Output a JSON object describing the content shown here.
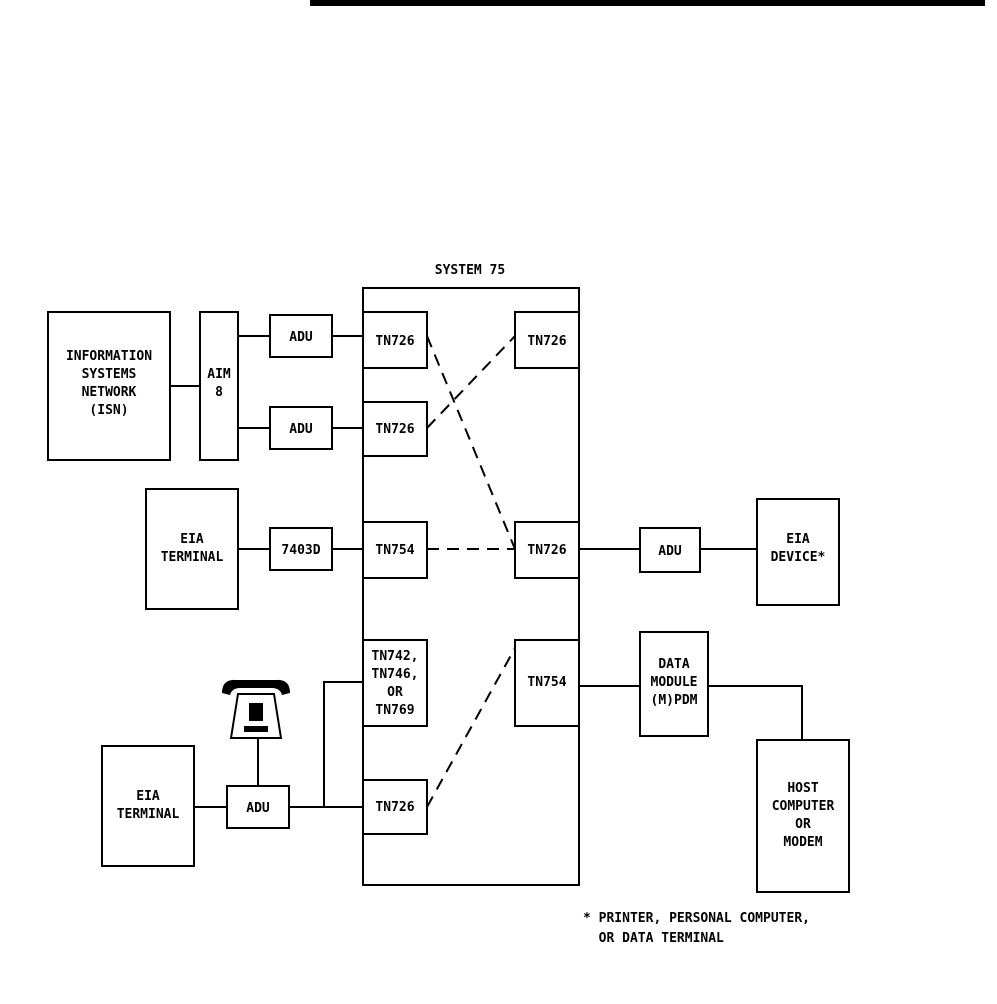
{
  "system_title": "SYSTEM 75",
  "isn": [
    "INFORMATION",
    "SYSTEMS",
    "NETWORK",
    "(ISN)"
  ],
  "aim": [
    "AIM",
    "8"
  ],
  "adu": "ADU",
  "tn726": "TN726",
  "tn754": "TN754",
  "tn742_group": [
    "TN742,",
    "TN746,",
    "OR",
    "TN769"
  ],
  "eia_terminal": [
    "EIA",
    "TERMINAL"
  ],
  "unit_7403d": "7403D",
  "eia_device": [
    "EIA",
    "DEVICE*"
  ],
  "data_module": [
    "DATA",
    "MODULE",
    "(M)PDM"
  ],
  "host_computer": [
    "HOST",
    "COMPUTER",
    "OR",
    "MODEM"
  ],
  "footnote": [
    "* PRINTER, PERSONAL COMPUTER,",
    "  OR DATA TERMINAL"
  ]
}
